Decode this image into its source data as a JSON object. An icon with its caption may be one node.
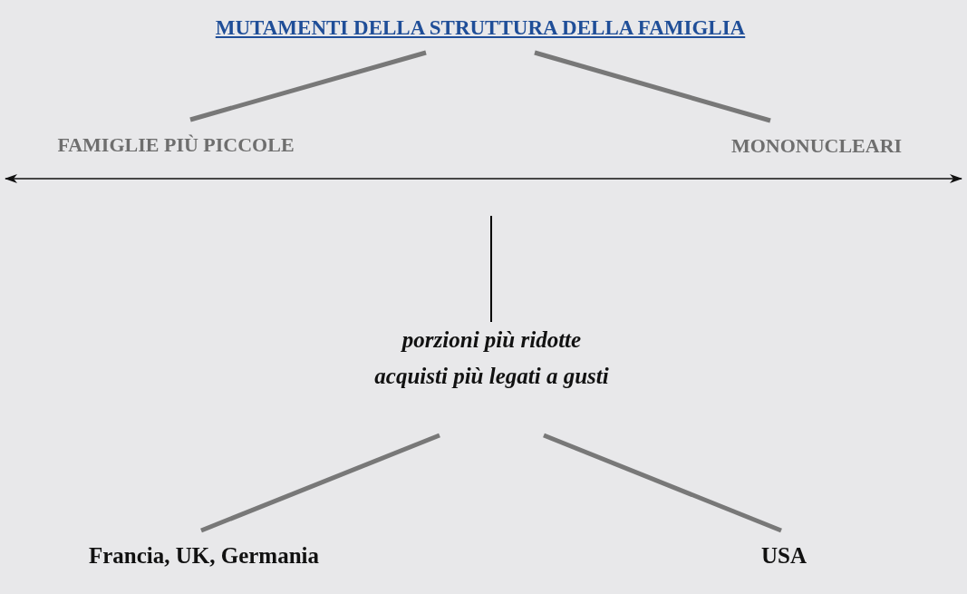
{
  "diagram": {
    "nodes": [
      {
        "text": [
          "MUTAMENTI DELLA STRUTTURA DELLA FAMIGLIA"
        ]
      },
      {
        "text": [
          "FAMIGLIE PIÙ PICCOLE"
        ]
      },
      {
        "text": [
          "MONONUCLEARI"
        ]
      },
      {
        "text": [
          "porzioni più ridotte",
          "acquisti più legati a gusti"
        ]
      },
      {
        "text": [
          "Francia, UK, Germania"
        ]
      },
      {
        "text": [
          "USA"
        ]
      }
    ],
    "edges": [
      {
        "from": 0,
        "to": 1,
        "arrow": "none"
      },
      {
        "from": 0,
        "to": 2,
        "arrow": "none"
      },
      {
        "from": null,
        "to": 3,
        "arrow": "none",
        "color": "#000000"
      },
      {
        "from": 3,
        "to": 4,
        "arrow": "none"
      },
      {
        "from": 3,
        "to": 5,
        "arrow": "none"
      }
    ]
  }
}
